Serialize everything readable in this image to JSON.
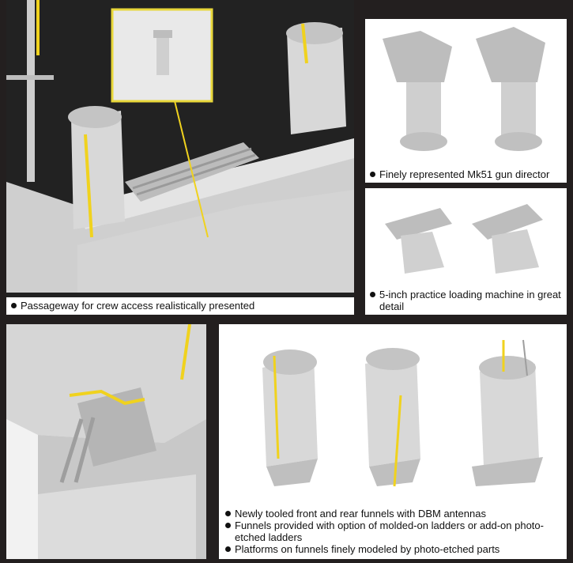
{
  "panels": {
    "main": {
      "caption": "Passageway for crew access realistically presented"
    },
    "director": {
      "caption": "Finely represented Mk51 gun director"
    },
    "loader": {
      "caption": "5-inch practice loading machine in great detail"
    },
    "gun_mount": {},
    "funnels": {
      "captions": [
        "Newly tooled front and rear funnels with DBM antennas",
        "Funnels provided with option of molded-on ladders or add-on photo-etched ladders",
        "Platforms on funnels finely modeled by photo-etched parts"
      ]
    }
  },
  "colors": {
    "background": "#231f1f",
    "model_gray": "#d2d2d2",
    "photo_etch_yellow": "#f0d21e",
    "inset_border": "#e8d73a"
  }
}
